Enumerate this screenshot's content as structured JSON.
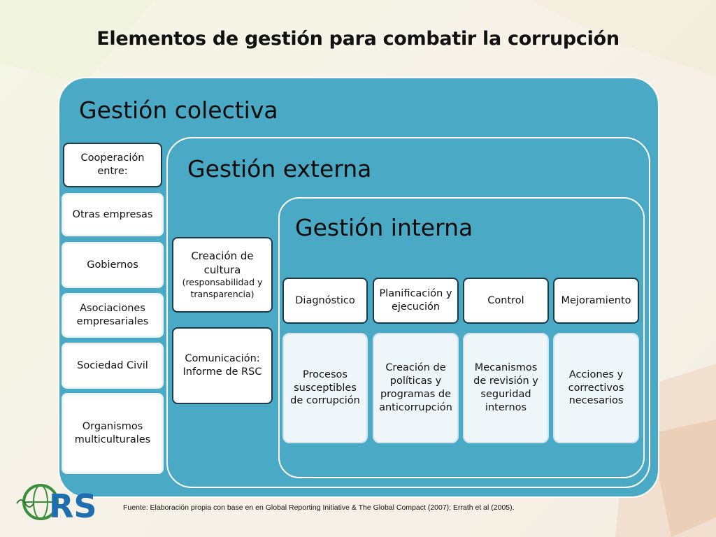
{
  "title": "Elementos de gestión para combatir la corrupción",
  "colectiva": {
    "title": "Gestión colectiva",
    "items": [
      "Cooperación entre:",
      "Otras empresas",
      "Gobiernos",
      "Asociaciones empresariales",
      "Sociedad Civil",
      "Organismos multiculturales"
    ]
  },
  "externa": {
    "title": "Gestión externa",
    "culture_line1": "Creación de cultura",
    "culture_line2": "(responsabilidad y transparencia)",
    "communication": "Comunicación: Informe de RSC"
  },
  "interna": {
    "title": "Gestión interna",
    "headers": [
      "Diagnóstico",
      "Planificación y ejecución",
      "Control",
      "Mejoramiento"
    ],
    "details": [
      "Procesos susceptibles de corrupción",
      "Creación de políticas y programas de anticorrupción",
      "Mecanismos de revisión y seguridad internos",
      "Acciones y correctivos necesarios"
    ]
  },
  "footnote": "Fuente: Elaboración propia con base en en Global Reporting Initiative & The Global Compact (2007); Errath et al (2005).",
  "logo": {
    "text": "RS",
    "icon": "globe-icon",
    "color": "#1d6fb0",
    "accent": "#3a8f3a"
  },
  "colors": {
    "panel": "#4aa9c4",
    "box_border": "#1c3a49"
  }
}
